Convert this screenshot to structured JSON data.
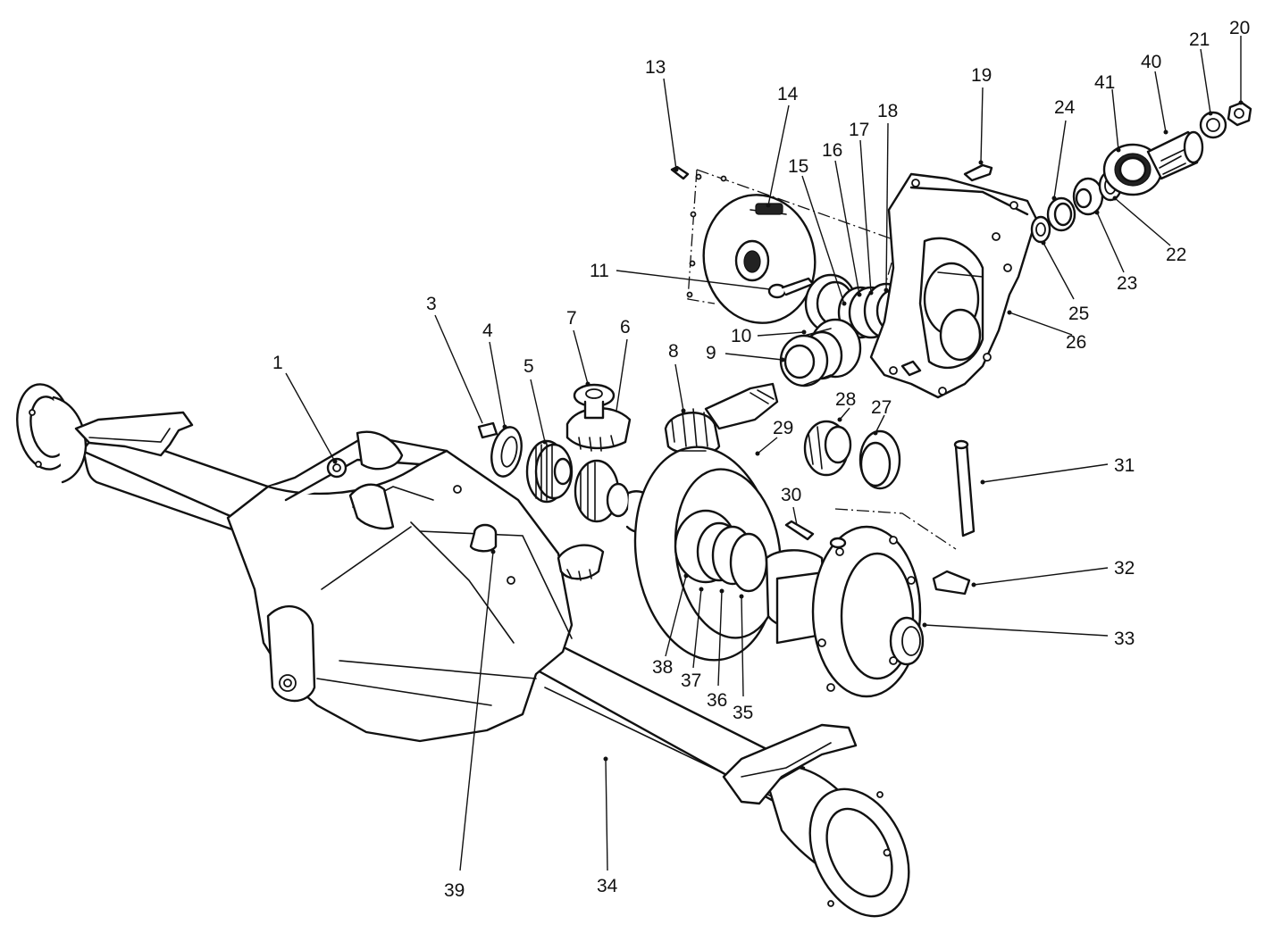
{
  "diagram": {
    "type": "exploded-parts-view",
    "line_color": "#111111",
    "background": "#ffffff",
    "callouts": [
      {
        "id": "1",
        "label": "1"
      },
      {
        "id": "3",
        "label": "3"
      },
      {
        "id": "4",
        "label": "4"
      },
      {
        "id": "5",
        "label": "5"
      },
      {
        "id": "6",
        "label": "6"
      },
      {
        "id": "7",
        "label": "7"
      },
      {
        "id": "8",
        "label": "8"
      },
      {
        "id": "9",
        "label": "9"
      },
      {
        "id": "10",
        "label": "10"
      },
      {
        "id": "11",
        "label": "11"
      },
      {
        "id": "13",
        "label": "13"
      },
      {
        "id": "14",
        "label": "14"
      },
      {
        "id": "15",
        "label": "15"
      },
      {
        "id": "16",
        "label": "16"
      },
      {
        "id": "17",
        "label": "17"
      },
      {
        "id": "18",
        "label": "18"
      },
      {
        "id": "19",
        "label": "19"
      },
      {
        "id": "20",
        "label": "20"
      },
      {
        "id": "21",
        "label": "21"
      },
      {
        "id": "22",
        "label": "22"
      },
      {
        "id": "23",
        "label": "23"
      },
      {
        "id": "24",
        "label": "24"
      },
      {
        "id": "25",
        "label": "25"
      },
      {
        "id": "26",
        "label": "26"
      },
      {
        "id": "27",
        "label": "27"
      },
      {
        "id": "28",
        "label": "28"
      },
      {
        "id": "29",
        "label": "29"
      },
      {
        "id": "30",
        "label": "30"
      },
      {
        "id": "31",
        "label": "31"
      },
      {
        "id": "32",
        "label": "32"
      },
      {
        "id": "33",
        "label": "33"
      },
      {
        "id": "34",
        "label": "34"
      },
      {
        "id": "35",
        "label": "35"
      },
      {
        "id": "36",
        "label": "36"
      },
      {
        "id": "37",
        "label": "37"
      },
      {
        "id": "38",
        "label": "38"
      },
      {
        "id": "39",
        "label": "39"
      },
      {
        "id": "40",
        "label": "40"
      },
      {
        "id": "41",
        "label": "41"
      }
    ]
  }
}
